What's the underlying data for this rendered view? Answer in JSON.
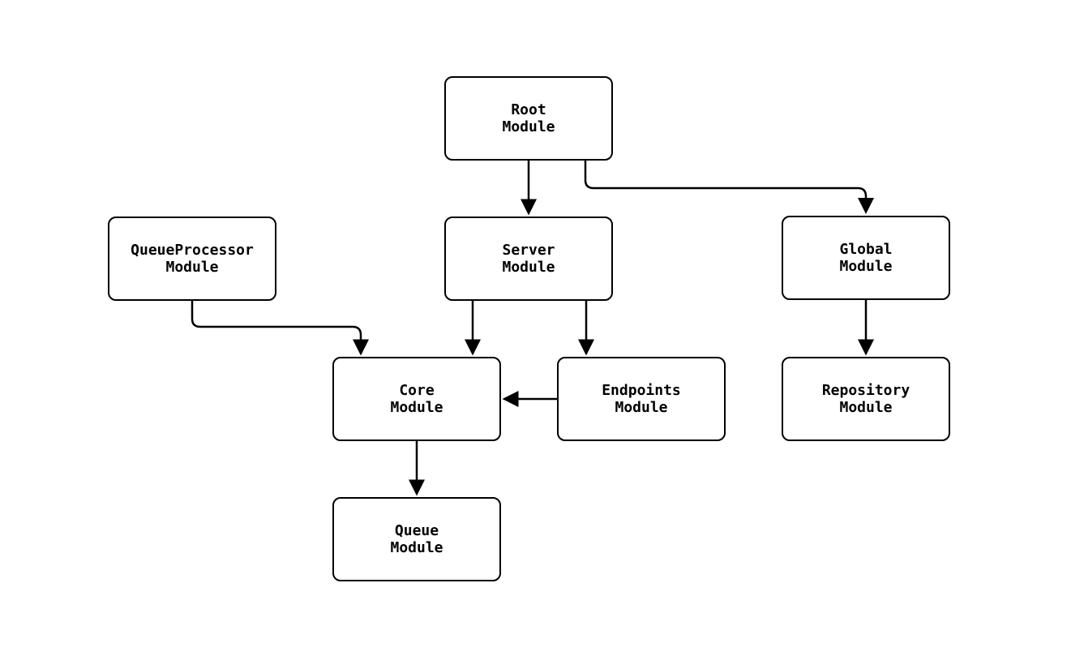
{
  "diagram": {
    "type": "module-dependency-graph",
    "background_color": "#ffffff",
    "stroke_color": "#000000",
    "text_color": "#000000",
    "nodes": {
      "root": {
        "line1": "Root",
        "line2": "Module"
      },
      "server": {
        "line1": "Server",
        "line2": "Module"
      },
      "queueprocessor": {
        "line1": "QueueProcessor",
        "line2": "Module"
      },
      "global": {
        "line1": "Global",
        "line2": "Module"
      },
      "core": {
        "line1": "Core",
        "line2": "Module"
      },
      "endpoints": {
        "line1": "Endpoints",
        "line2": "Module"
      },
      "repository": {
        "line1": "Repository",
        "line2": "Module"
      },
      "queue": {
        "line1": "Queue",
        "line2": "Module"
      }
    },
    "edges": [
      {
        "from": "root",
        "to": "server"
      },
      {
        "from": "root",
        "to": "global"
      },
      {
        "from": "queueprocessor",
        "to": "core"
      },
      {
        "from": "server",
        "to": "core"
      },
      {
        "from": "server",
        "to": "endpoints"
      },
      {
        "from": "endpoints",
        "to": "core"
      },
      {
        "from": "global",
        "to": "repository"
      },
      {
        "from": "core",
        "to": "queue"
      }
    ]
  }
}
